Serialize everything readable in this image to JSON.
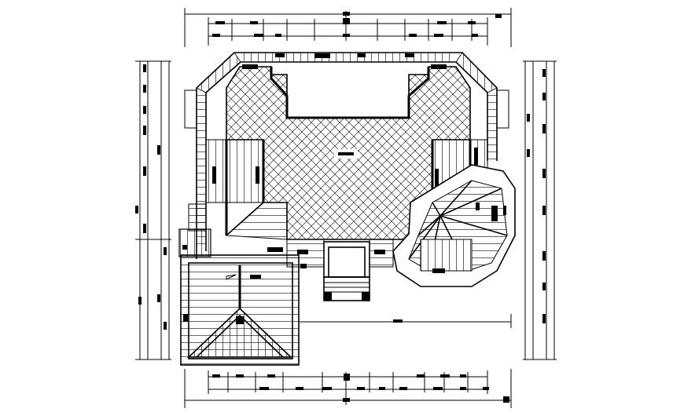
{
  "drawing": {
    "kind": "roof framing plan",
    "background": "#ffffff",
    "line_color": "#000000"
  },
  "dimension_lines": [
    "top-outer",
    "top-inner",
    "bottom-inner",
    "bottom-outer",
    "left-outer",
    "left-inner",
    "right-outer",
    "right-inner"
  ],
  "regions": {
    "central_roof": {
      "pattern": "diagonal-hatch"
    },
    "wings": [
      "left-wing",
      "right-wing",
      "southwest-gable",
      "southeast-octagon",
      "entry-porch"
    ]
  },
  "icons": [
    "room-tag-icon",
    "column-marker-icon"
  ]
}
